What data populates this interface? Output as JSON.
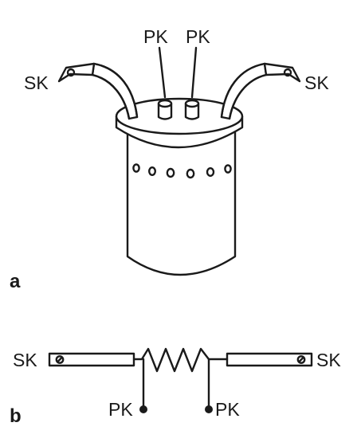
{
  "labels": {
    "sk": "SK",
    "pk": "PK",
    "panel_a": "a",
    "panel_b": "b"
  },
  "colors": {
    "ink": "#1a1a1a",
    "background": "#ffffff"
  }
}
